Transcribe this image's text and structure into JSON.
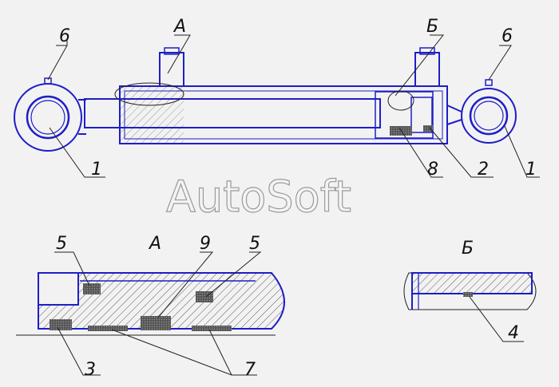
{
  "callouts": {
    "top": {
      "n1_left": "1",
      "n6_left": "6",
      "sec_a": "А",
      "sec_b": "Б",
      "n6_right": "6",
      "n8": "8",
      "n2": "2",
      "n1_right": "1"
    },
    "detail_a": {
      "title": "А",
      "n5_left": "5",
      "n9": "9",
      "n5_right": "5",
      "n3": "3",
      "n7": "7"
    },
    "detail_b": {
      "title": "Б",
      "n4": "4"
    }
  },
  "watermark": "AutoSoft",
  "colors": {
    "outline": "#1e1ec8",
    "seal": "#5a5a5a",
    "hatch": "#333333",
    "background": "#f2f2f2"
  }
}
